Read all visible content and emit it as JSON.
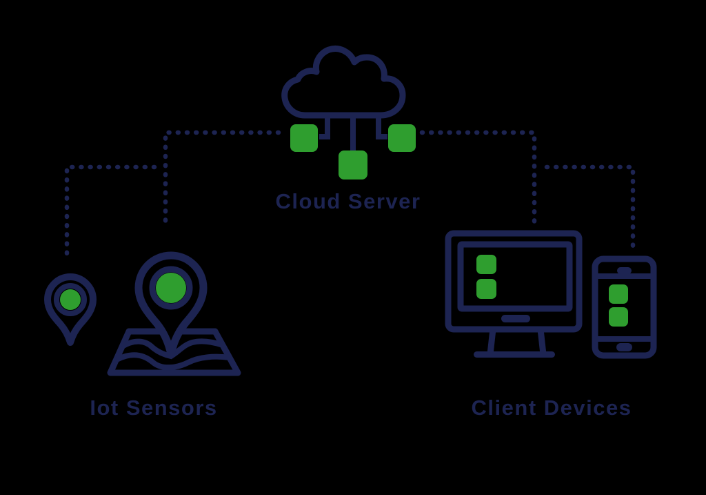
{
  "diagram": {
    "type": "iot-architecture",
    "background": "#000000",
    "colors": {
      "navy": "#1d2452",
      "green": "#2f9e2f"
    },
    "nodes": {
      "cloud": {
        "label": "Cloud Server",
        "icon": "cloud-server-icon",
        "ports": 3
      },
      "sensors": {
        "label": "Iot Sensors",
        "icon": "map-pin-icons",
        "pins": 2
      },
      "devices": {
        "label": "Client Devices",
        "icon": "monitor-and-phone-icons",
        "devices": 2
      }
    },
    "connections": [
      {
        "from": "cloud-server",
        "to": "iot-sensor-large",
        "style": "dotted"
      },
      {
        "from": "cloud-server",
        "to": "iot-sensor-small",
        "style": "dotted"
      },
      {
        "from": "cloud-server",
        "to": "client-monitor",
        "style": "dotted"
      },
      {
        "from": "cloud-server",
        "to": "client-phone",
        "style": "dotted"
      }
    ]
  }
}
